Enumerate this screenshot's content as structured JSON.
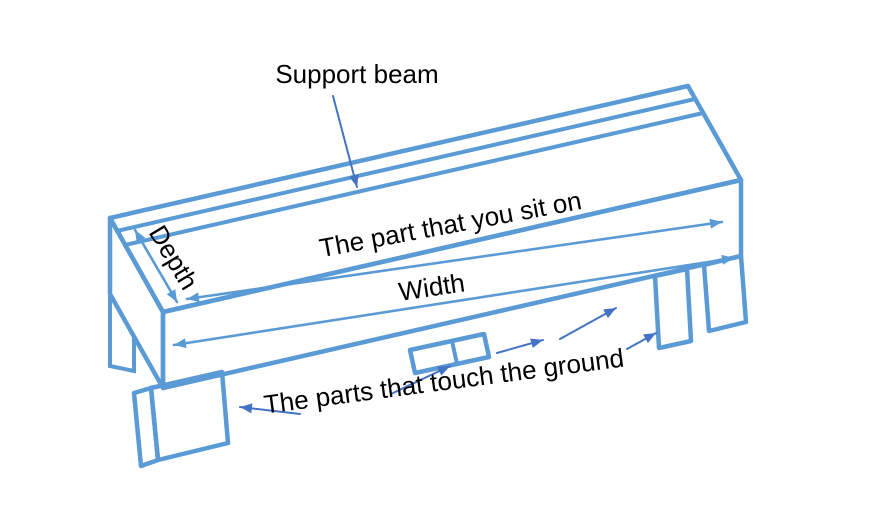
{
  "diagram": {
    "labels": {
      "support_beam": "Support beam",
      "seat": "The part that you sit on",
      "width": "Width",
      "depth": "Depth",
      "ground_parts": "The parts that touch the ground"
    },
    "colors": {
      "drawing_blue": "#5B9BD5",
      "leader_blue": "#4472C4",
      "label_text": "#000000",
      "background": "#FFFFFF"
    }
  }
}
